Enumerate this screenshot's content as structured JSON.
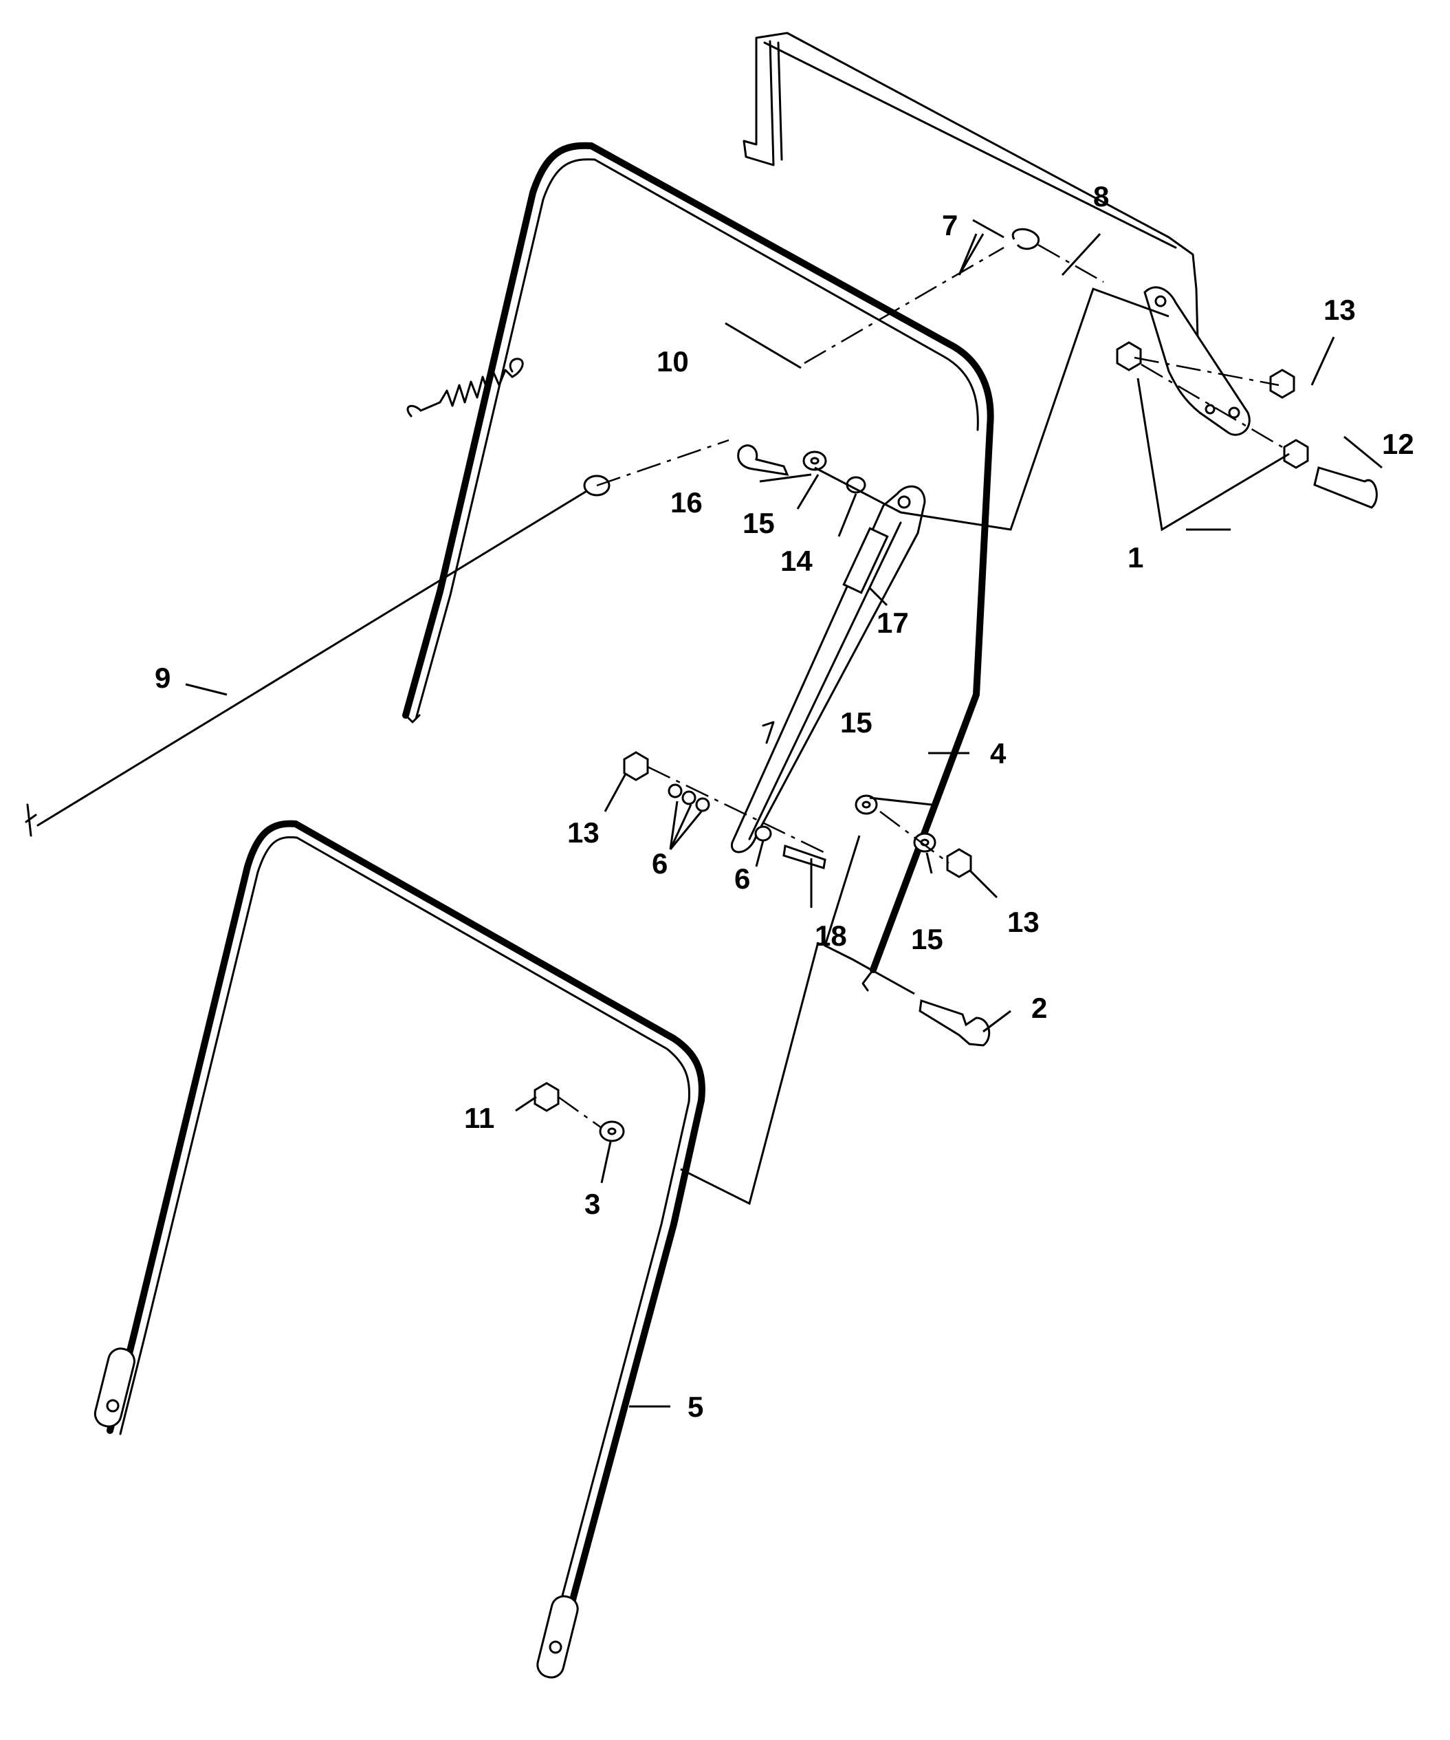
{
  "callouts": {
    "c1": "1",
    "c2": "2",
    "c3": "3",
    "c4": "4",
    "c5": "5",
    "c6a": "6",
    "c6b": "6",
    "c7": "7",
    "c8": "8",
    "c9": "9",
    "c10": "10",
    "c11": "11",
    "c12": "12",
    "c13a": "13",
    "c13b": "13",
    "c13c": "13",
    "c14": "14",
    "c15a": "15",
    "c15b": "15",
    "c15c": "15",
    "c16": "16",
    "c17": "17",
    "c18": "18"
  }
}
